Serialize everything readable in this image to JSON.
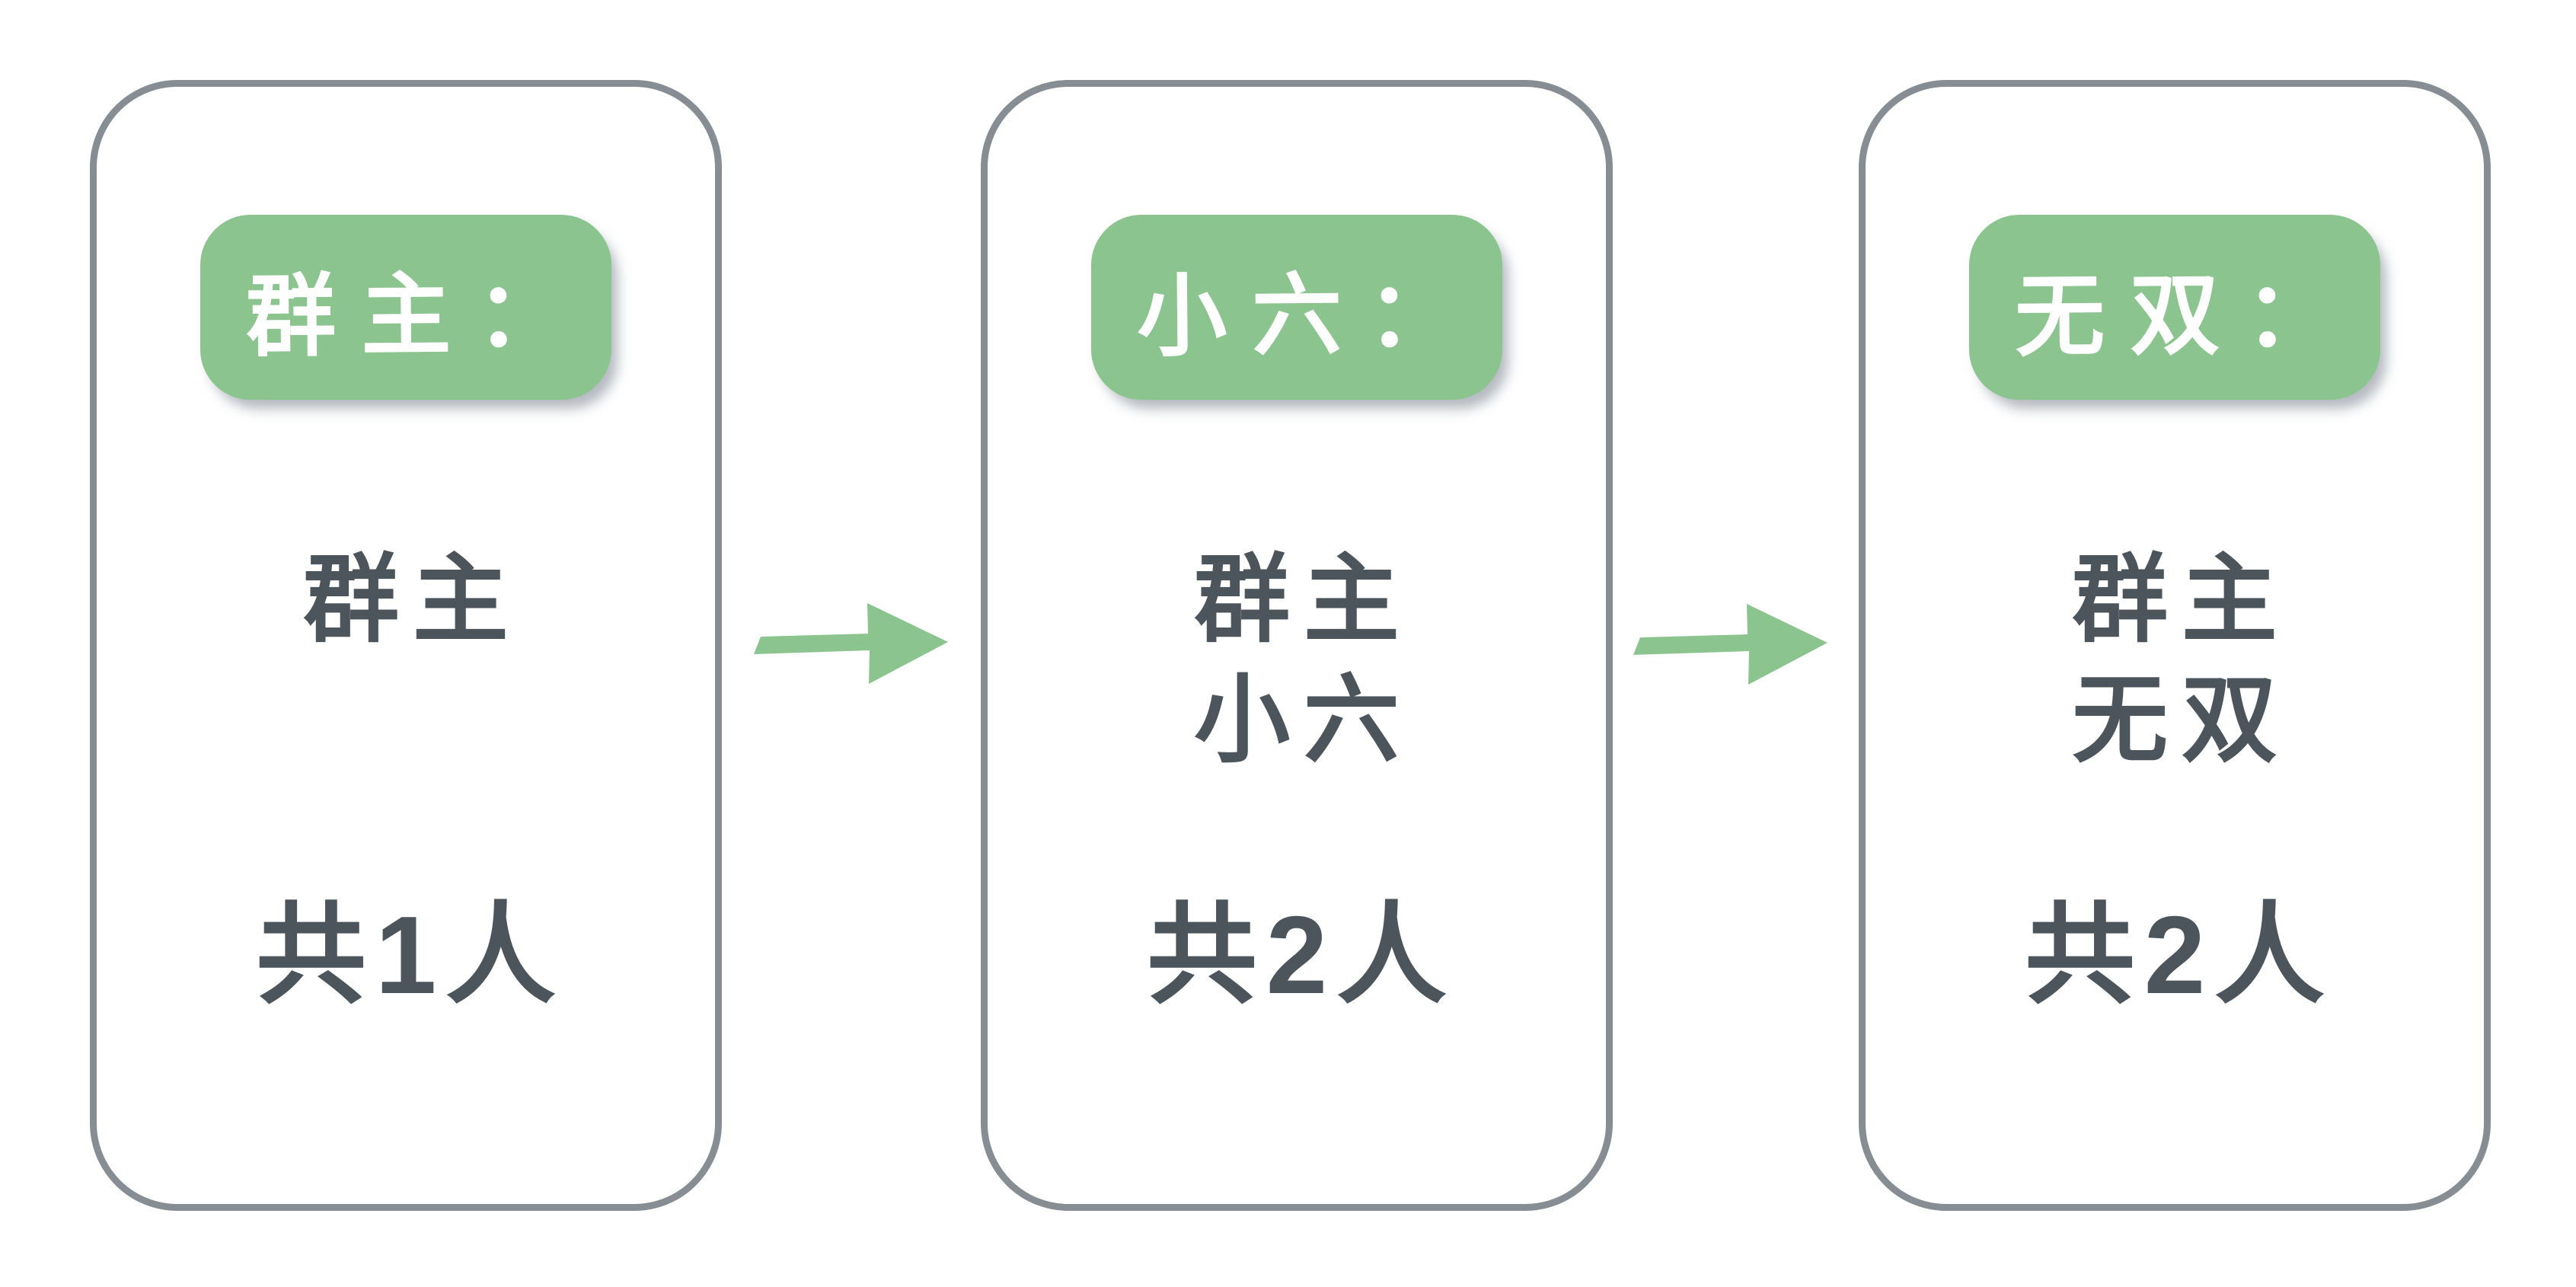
{
  "diagram": {
    "description": "group-member-evolution-flow",
    "background": "#ffffff"
  },
  "colors": {
    "badge_green": "#8bc48e",
    "arrow_green": "#8bc48f",
    "card_border_gray": "#868d93",
    "body_text_dark": "#4c545c",
    "badge_text": "#ffffff"
  },
  "cards": [
    {
      "badge_label": "群主：",
      "members": [
        "群主"
      ],
      "count_label": "共1人"
    },
    {
      "badge_label": "小六：",
      "members": [
        "群主",
        "小六"
      ],
      "count_label": "共2人"
    },
    {
      "badge_label": "无双：",
      "members": [
        "群主",
        "无双"
      ],
      "count_label": "共2人"
    }
  ],
  "arrows": [
    {
      "name": "arrow-1",
      "direction": "right"
    },
    {
      "name": "arrow-2",
      "direction": "right"
    }
  ]
}
